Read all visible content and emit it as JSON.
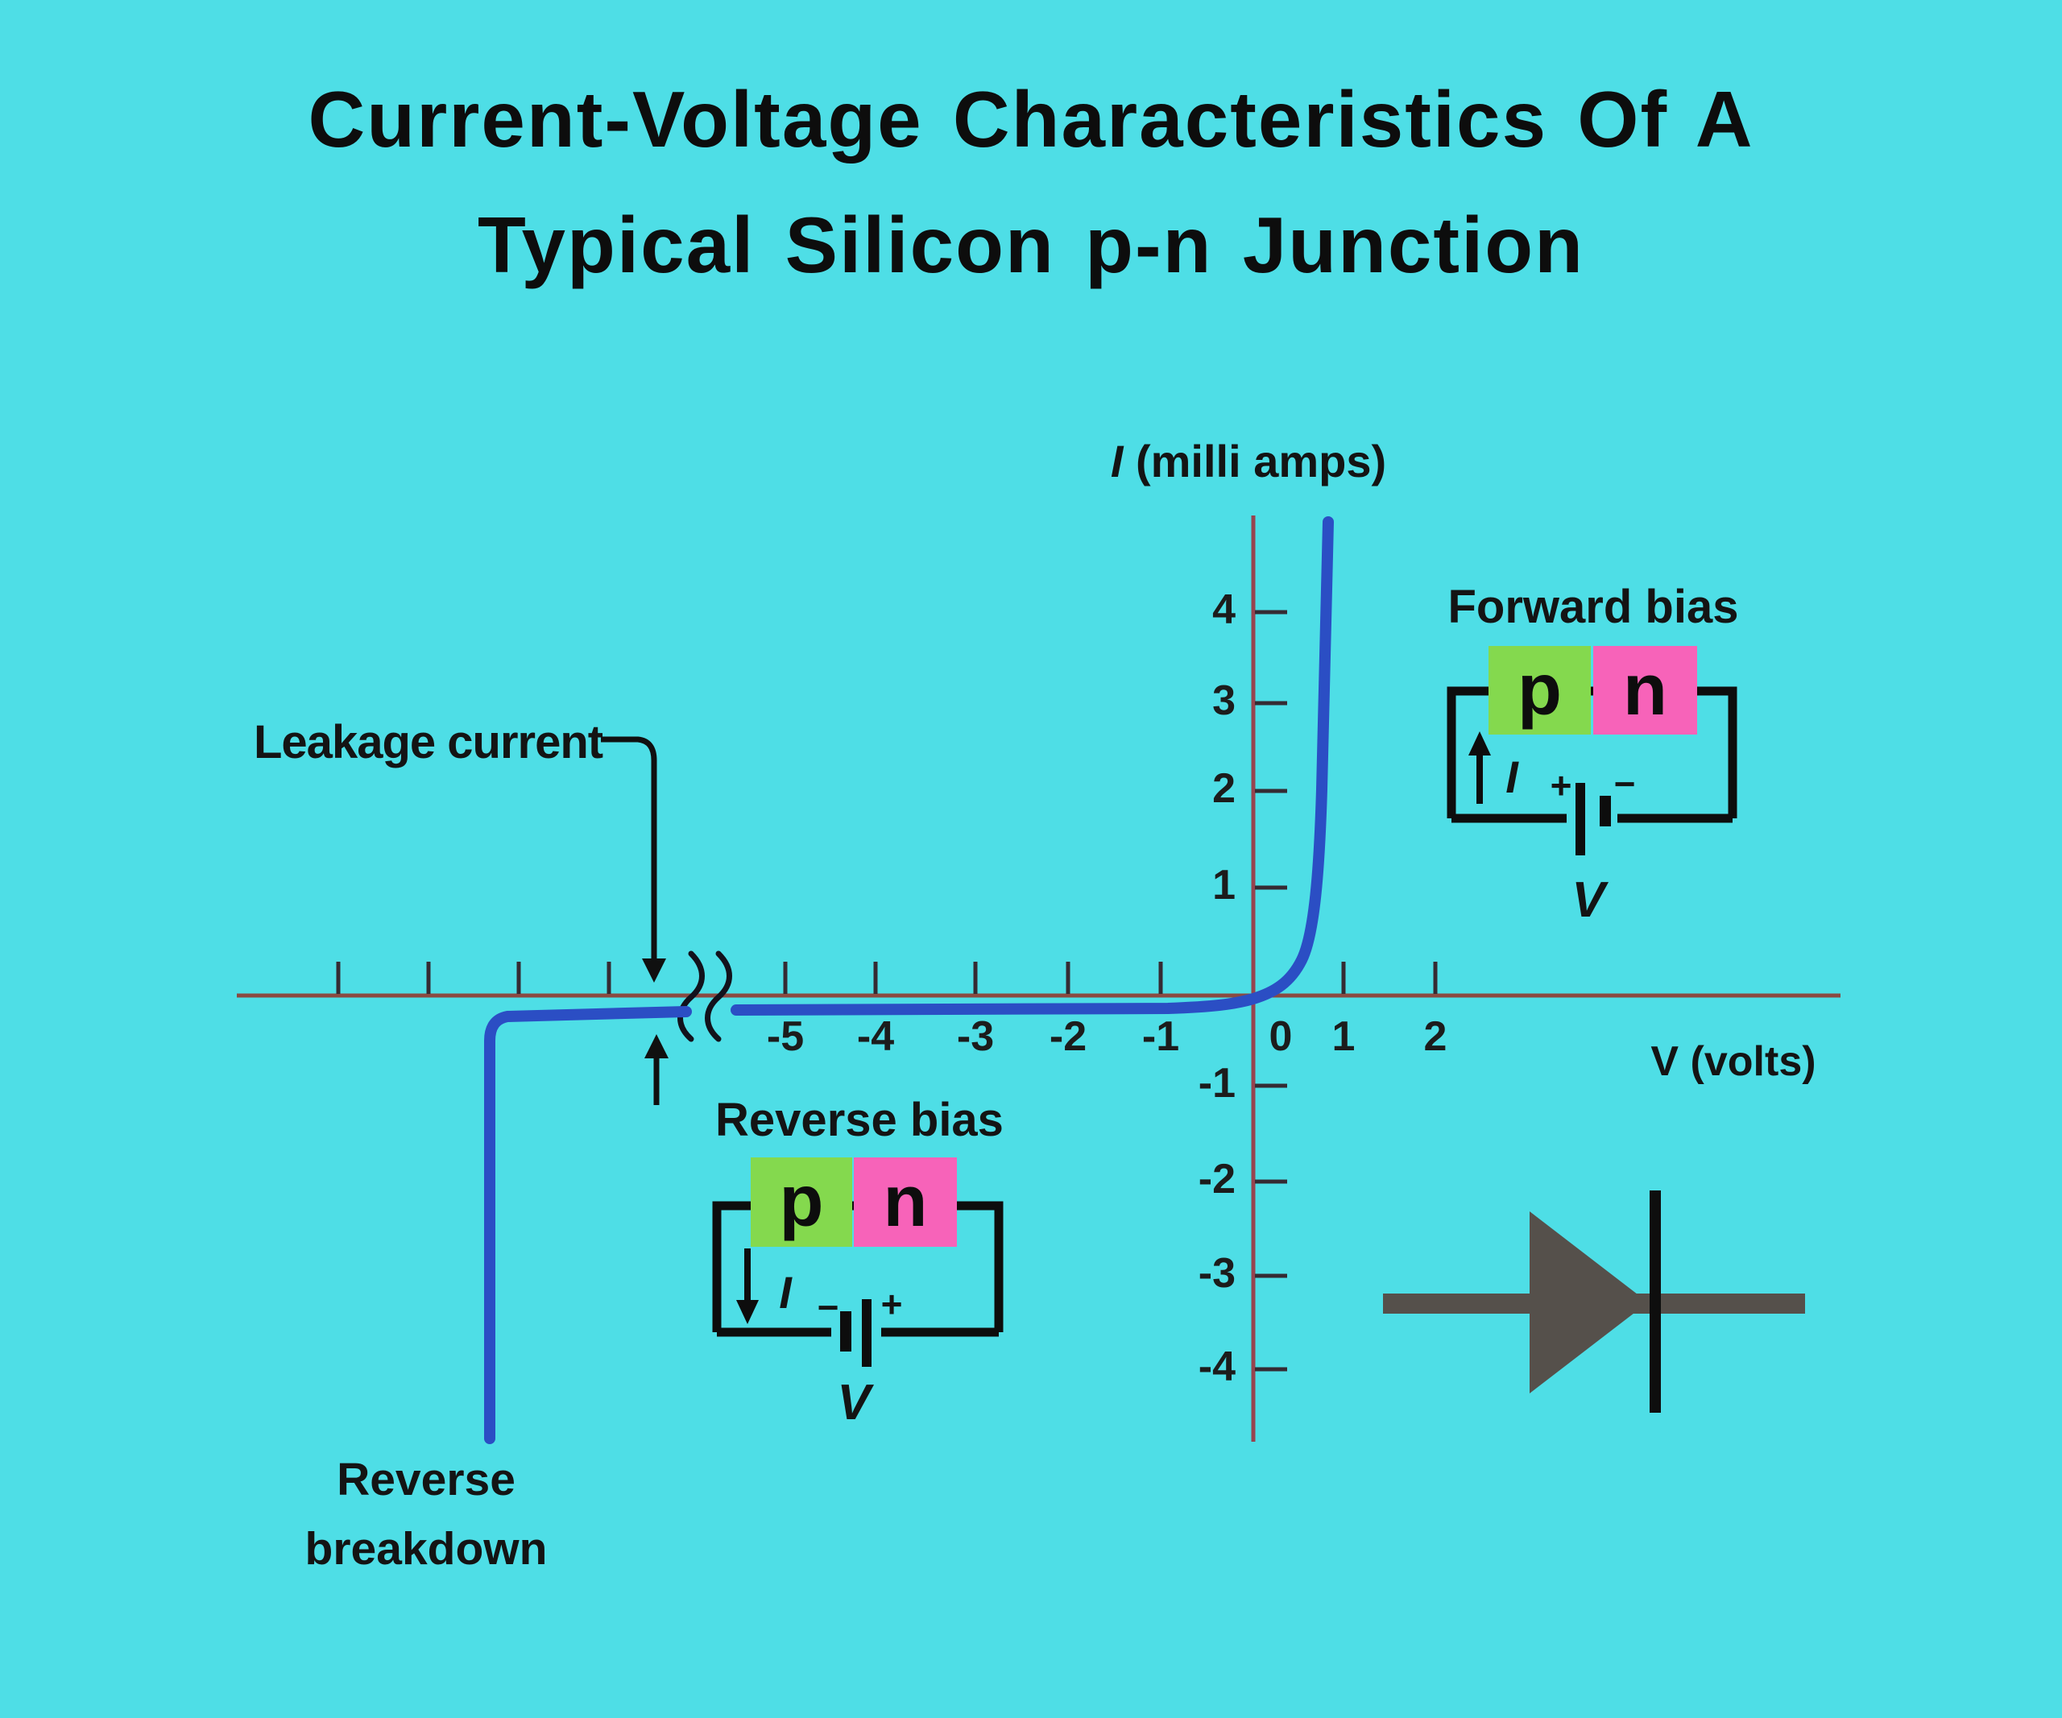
{
  "page": {
    "background": "#4EDEE6"
  },
  "title": {
    "line1": "Current-Voltage Characteristics Of A",
    "line2": "Typical Silicon p-n Junction"
  },
  "graph": {
    "y_axis_symbol": "I",
    "y_axis_rest": " (milli amps)",
    "x_axis_label": "V (volts)",
    "x_tick_labels": [
      "-5",
      "-4",
      "-3",
      "-2",
      "-1",
      "0",
      "1",
      "2"
    ],
    "y_tick_labels": [
      "4",
      "3",
      "2",
      "1",
      "-1",
      "-2",
      "-3",
      "-4"
    ],
    "leakage_label": "Leakage current",
    "reverse_breakdown_line1": "Reverse",
    "reverse_breakdown_line2": "breakdown"
  },
  "circuits": {
    "forward": {
      "title": "Forward bias",
      "p_label": "p",
      "n_label": "n",
      "current_symbol": "I",
      "voltage_symbol": "V",
      "plus": "+",
      "minus": "−"
    },
    "reverse": {
      "title": "Reverse bias",
      "p_label": "p",
      "n_label": "n",
      "current_symbol": "I",
      "voltage_symbol": "V",
      "plus": "+",
      "minus": "−"
    }
  },
  "colors": {
    "background": "#4EDEE6",
    "curve_blue": "#2B4EC4",
    "axis_maroon": "#8F4447",
    "tick_dark": "#352B33",
    "p_green": "#84D94E",
    "n_pink": "#F763B9",
    "wire_black": "#0D0D0D",
    "diode_gray": "#55504B",
    "text_black": "#141414"
  },
  "chart_data": {
    "type": "line",
    "title": "Current-Voltage Characteristics Of A Typical Silicon p-n Junction",
    "xlabel": "V (volts)",
    "ylabel": "I (milli amps)",
    "x_ticks": [
      -5,
      -4,
      -3,
      -2,
      -1,
      0,
      1,
      2
    ],
    "y_ticks": [
      -4,
      -3,
      -2,
      -1,
      1,
      2,
      3,
      4
    ],
    "x_axis_break": "axis break drawn between -5 V and the reverse-breakdown region",
    "grid": false,
    "legend_position": "none",
    "series": [
      {
        "name": "forward bias",
        "points_V_mA": [
          [
            0,
            0
          ],
          [
            0.2,
            0.01
          ],
          [
            0.4,
            0.05
          ],
          [
            0.55,
            0.2
          ],
          [
            0.65,
            0.7
          ],
          [
            0.7,
            1.5
          ],
          [
            0.74,
            2.5
          ],
          [
            0.77,
            3.6
          ],
          [
            0.8,
            5.0
          ]
        ]
      },
      {
        "name": "reverse leakage current",
        "points_V_mA": [
          [
            -0.3,
            -0.08
          ],
          [
            -2,
            -0.1
          ],
          [
            -5,
            -0.12
          ],
          [
            -7.5,
            -0.15
          ]
        ]
      },
      {
        "name": "reverse breakdown",
        "points_V_mA": [
          [
            -7.8,
            -0.3
          ],
          [
            -7.8,
            -2.5
          ],
          [
            -7.8,
            -4.7
          ]
        ]
      }
    ],
    "annotations": [
      "Leakage current",
      "Reverse breakdown",
      "Forward bias",
      "Reverse bias"
    ]
  }
}
